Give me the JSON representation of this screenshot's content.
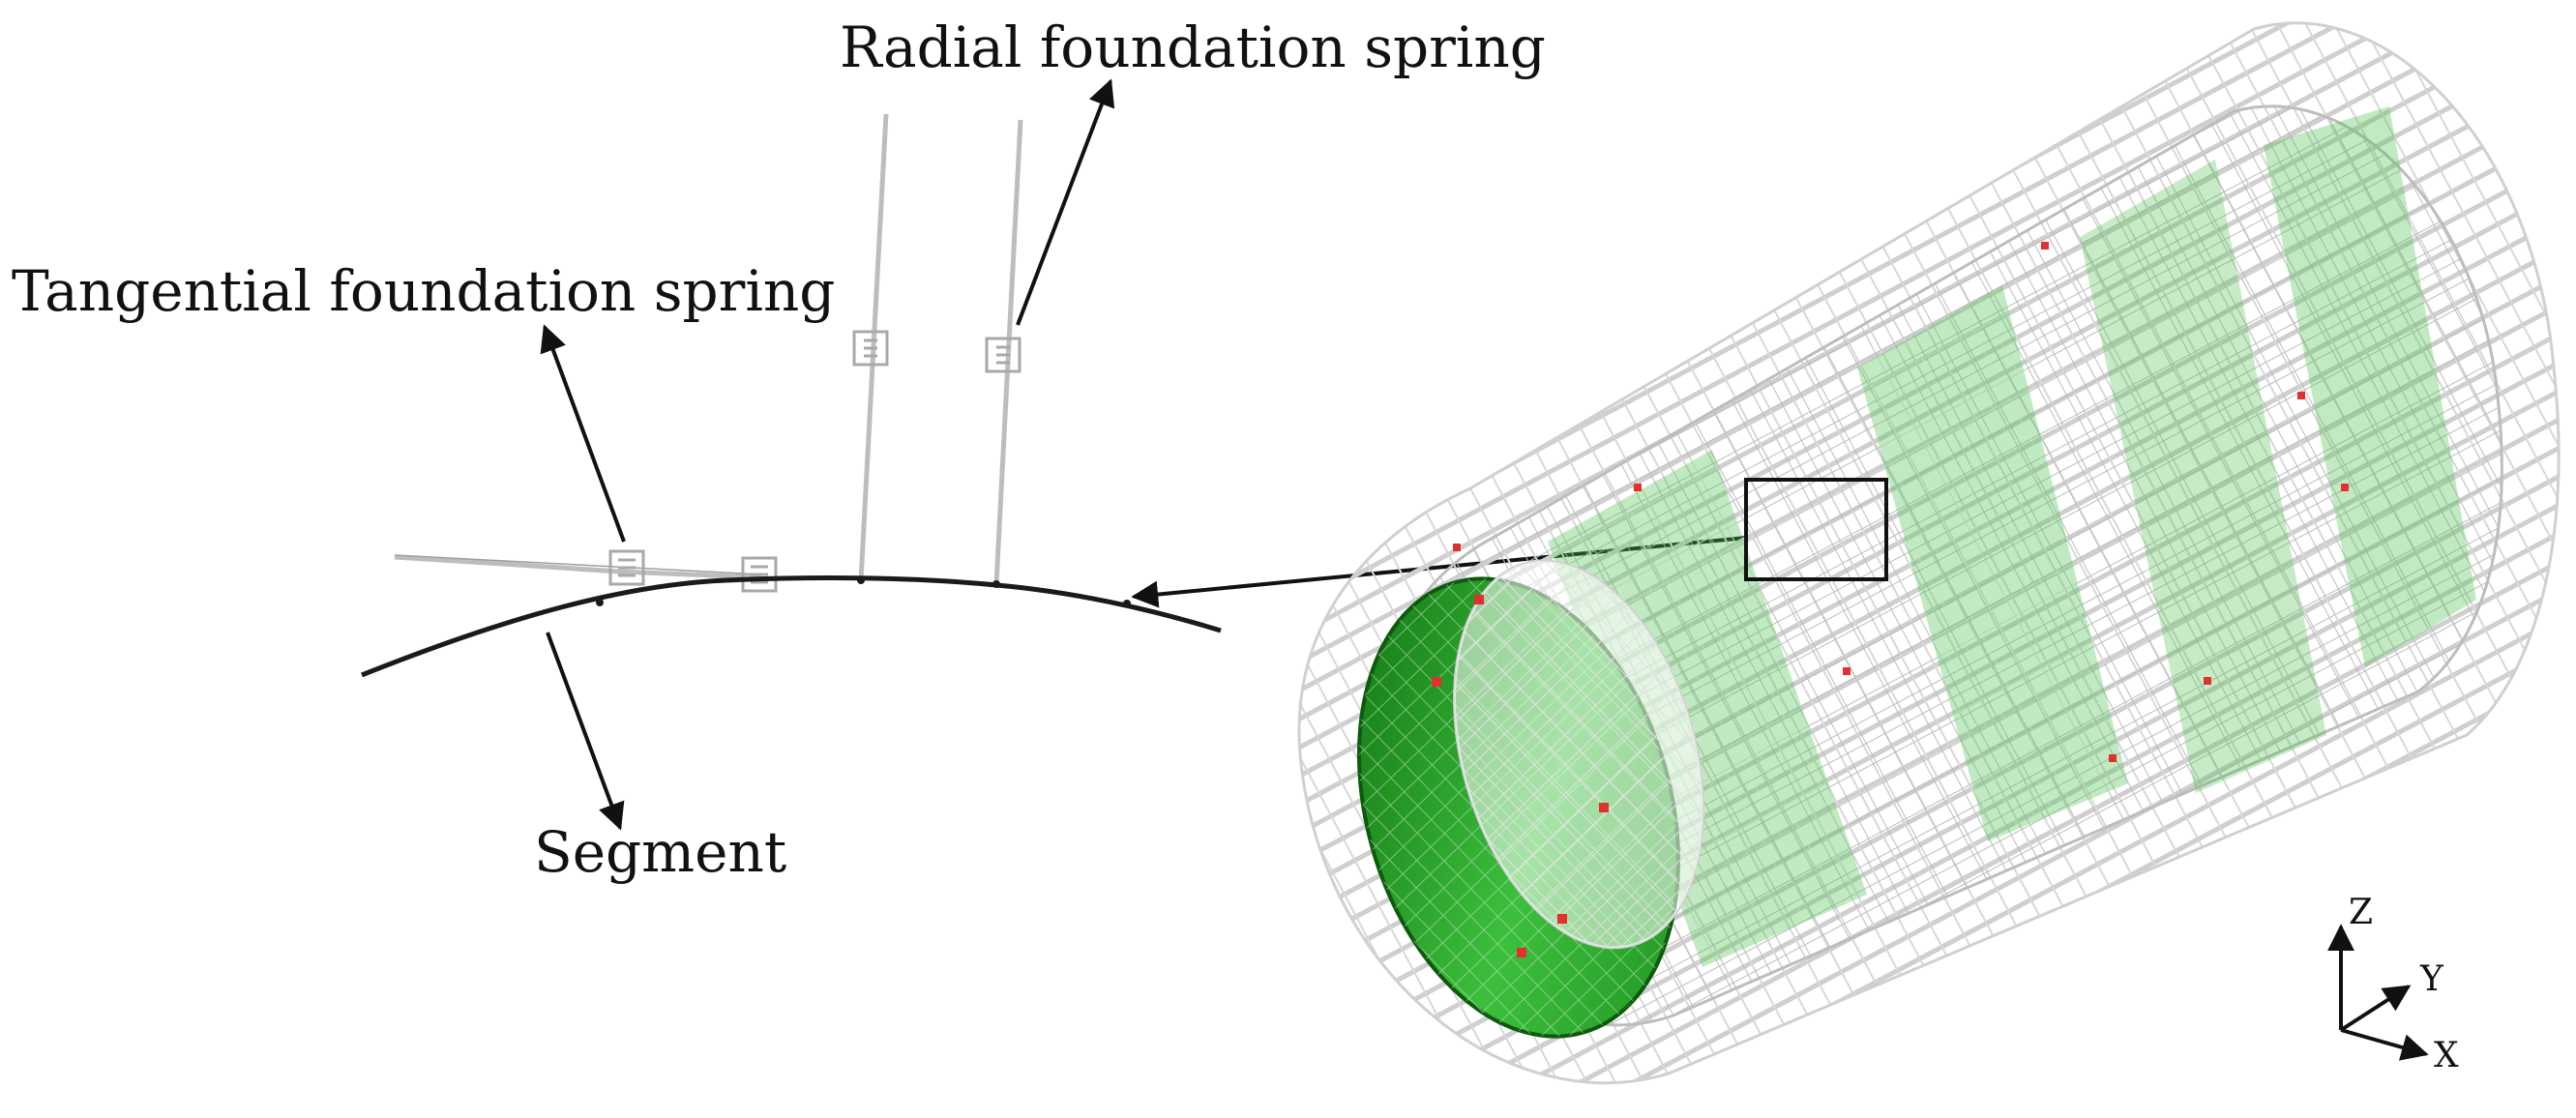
{
  "labels": {
    "radial_spring": "Radial foundation spring",
    "tangential_spring": "Tangential foundation spring",
    "segment": "Segment"
  },
  "axes": {
    "z": "Z",
    "y": "Y",
    "x": "X"
  },
  "colors": {
    "ink": "#111111",
    "spring": "#b4b4b4",
    "segment": "#1a1a1a",
    "lining_dark": "#1d8a1d",
    "lining_light": "#7ee07e",
    "mesh": "#c9c9c9",
    "marker": "#e03030"
  }
}
